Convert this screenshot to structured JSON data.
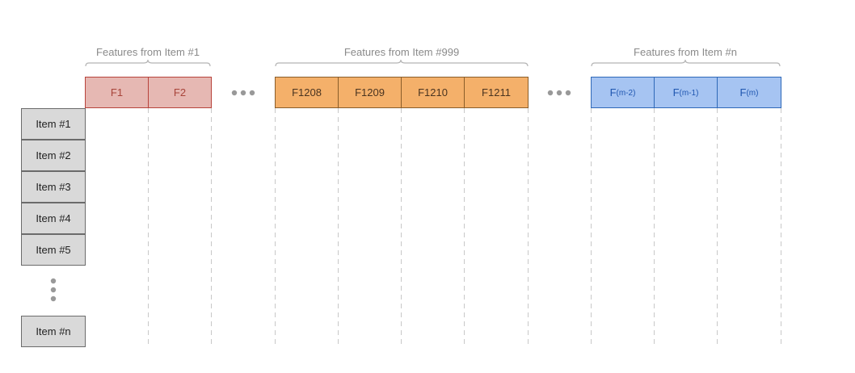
{
  "groups": [
    {
      "label": "Features from Item #1"
    },
    {
      "label": "Features from Item #999"
    },
    {
      "label": "Features from Item #n"
    }
  ],
  "features": {
    "group1": [
      "F1",
      "F2"
    ],
    "group2": [
      "F1208",
      "F1209",
      "F1210",
      "F1211"
    ],
    "group3": [
      {
        "main": "F",
        "sub": "(m-2)"
      },
      {
        "main": "F",
        "sub": "(m-1)"
      },
      {
        "main": "F",
        "sub": "(m)"
      }
    ]
  },
  "items": [
    "Item #1",
    "Item #2",
    "Item #3",
    "Item #4",
    "Item #5",
    "Item #n"
  ],
  "icons": {
    "horizontal_ellipsis": "horizontal-ellipsis-icon",
    "vertical_ellipsis": "vertical-ellipsis-icon"
  },
  "colors": {
    "group1_fill": "#e6b8b3",
    "group1_border": "#b8433b",
    "group2_fill": "#f4b06a",
    "group2_border": "#8a5d2a",
    "group3_fill": "#a6c4f2",
    "group3_border": "#2e68b8",
    "item_fill": "#d9d9d9",
    "item_border": "#6b6b6b",
    "guide_line": "#c8c8c8",
    "ellipsis": "#999999"
  }
}
